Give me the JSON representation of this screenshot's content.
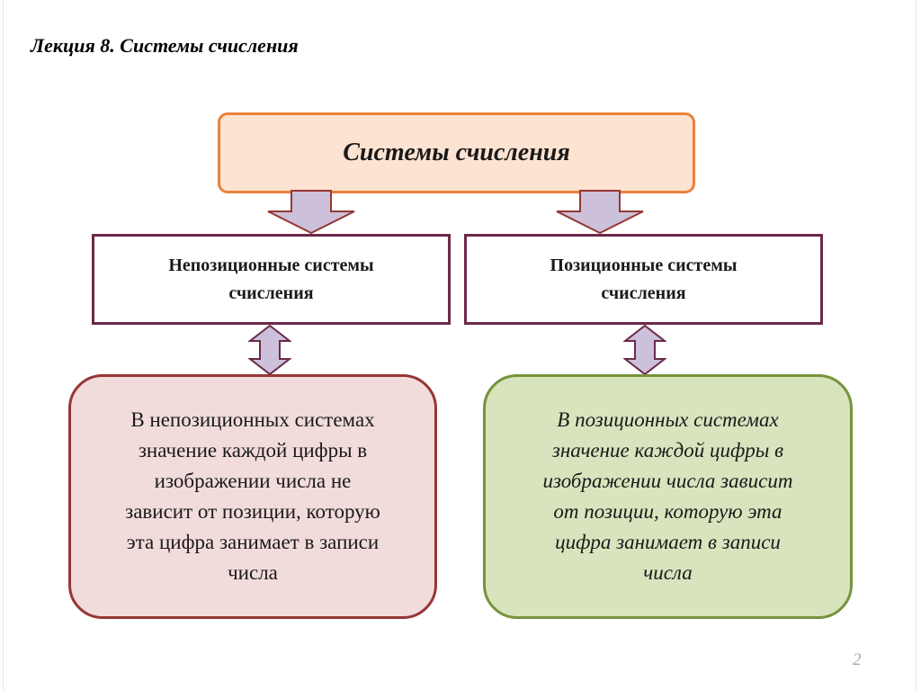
{
  "slide": {
    "lecture_title": "Лекция 8. Системы счисления",
    "page_number": "2"
  },
  "diagram": {
    "root": "Системы счисления",
    "left_category": {
      "line1": "Непозиционные системы",
      "line2": "счисления"
    },
    "right_category": {
      "line1": "Позиционные  системы",
      "line2": "счисления"
    },
    "left_description": [
      "В непозиционных системах",
      "значение каждой цифры в",
      "изображении числа не",
      "зависит от позиции, которую",
      "эта цифра занимает  в записи",
      "числа"
    ],
    "right_description": [
      "В позиционных системах",
      "значение каждой цифры в",
      "изображении числа  зависит",
      "от позиции, которую эта",
      "цифра занимает  в записи",
      "числа"
    ]
  },
  "colors": {
    "root_fill": "#fde3d1",
    "root_border": "#e8823b",
    "category_border": "#6b2a4a",
    "left_fill": "#f2dcdb",
    "left_border": "#953735",
    "right_fill": "#d7e4bd",
    "right_border": "#77933c",
    "arrow_fill": "#ccc0da",
    "arrow_stroke": "#953735"
  }
}
